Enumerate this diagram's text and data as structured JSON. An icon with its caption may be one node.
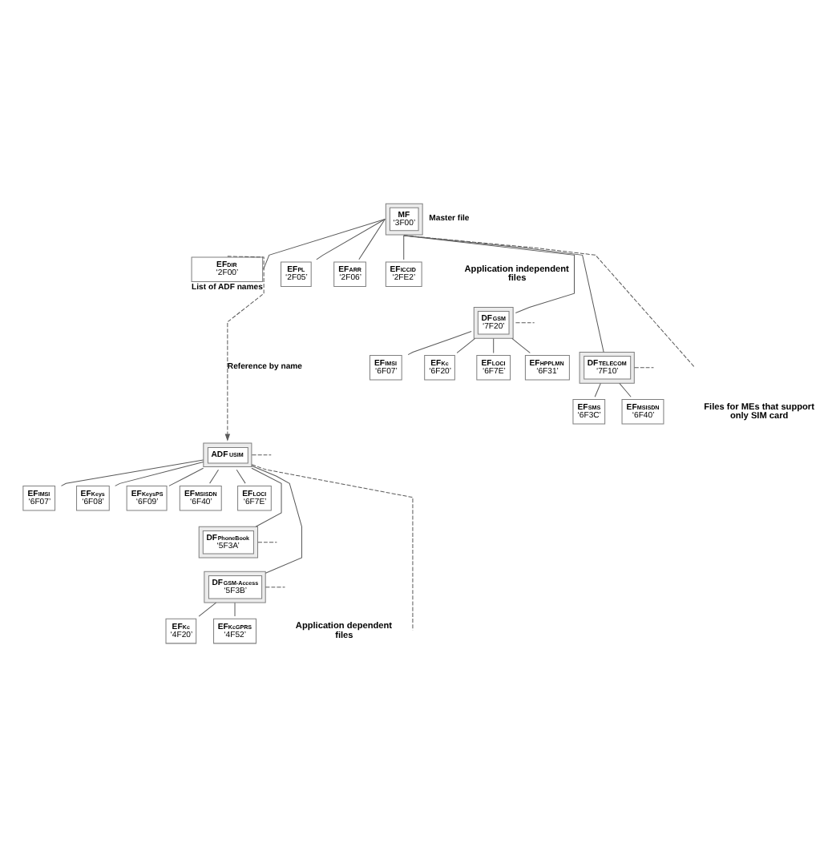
{
  "diagram": {
    "nodes": [
      {
        "text": [
          "MF",
          "‘3F00’"
        ],
        "beside": [
          "Master file"
        ]
      },
      {
        "text": [
          "EF$_{DIR}$",
          "‘2F00’"
        ],
        "beside": [
          "List of ADF names"
        ]
      },
      {
        "text": [
          "EF$_{PL}$",
          "‘2F05’"
        ]
      },
      {
        "text": [
          "EF$_{ARR}$",
          "‘2F06’"
        ]
      },
      {
        "text": [
          "EF$_{ICCID}$",
          "‘2FE2’"
        ]
      },
      {
        "text": [
          "DF$_{GSM}$",
          "‘7F20’"
        ]
      },
      {
        "text": [
          "EF$_{IMSI}$",
          "‘6F07’"
        ]
      },
      {
        "text": [
          "EF$_{Kc}$",
          "‘6F20’"
        ]
      },
      {
        "text": [
          "EF$_{LOCI}$",
          "‘6F7E’"
        ]
      },
      {
        "text": [
          "EF$_{HPPLMN}$",
          "‘6F31’"
        ]
      },
      {
        "text": [
          "DF$_{TELECOM}$",
          "‘7F10’"
        ]
      },
      {
        "text": [
          "EF$_{SMS}$",
          "‘6F3C’"
        ]
      },
      {
        "text": [
          "EF$_{MSISDN}$",
          "‘6F40’"
        ]
      },
      {
        "text": [
          "ADF$_{USIM}$"
        ]
      },
      {
        "text": [
          "EF$_{IMSI}$",
          "‘6F07’"
        ]
      },
      {
        "text": [
          "EF$_{Keys}$",
          "‘6F08’"
        ]
      },
      {
        "text": [
          "EF$_{KeysPS}$",
          "‘6F09’"
        ]
      },
      {
        "text": [
          "EF$_{MSISDN}$",
          "‘6F40’"
        ]
      },
      {
        "text": [
          "EF$_{LOCI}$",
          "‘6F7E’"
        ]
      },
      {
        "text": [
          "DF$_{PhoneBook}$",
          "‘5F3A’"
        ]
      },
      {
        "text": [
          "DF$_{GSM-Access}$",
          "‘5F3B’"
        ]
      },
      {
        "text": [
          "EF$_{Kc}$",
          "‘4F20’"
        ]
      },
      {
        "text": [
          "EF$_{KcGPRS}$",
          "‘4F52’"
        ]
      }
    ],
    "edges": [
      {
        "from": 0,
        "to": 1,
        "arrow": "none"
      },
      {
        "from": 0,
        "to": 2,
        "arrow": "none"
      },
      {
        "from": 0,
        "to": 3,
        "arrow": "none"
      },
      {
        "from": 0,
        "to": 4,
        "arrow": "none"
      },
      {
        "from": 0,
        "to": 5,
        "arrow": "none"
      },
      {
        "from": 0,
        "to": 10,
        "arrow": "none"
      },
      {
        "from": 0,
        "to": null,
        "arrow": "none",
        "style": "dashed"
      },
      {
        "from": 5,
        "to": 6,
        "arrow": "none"
      },
      {
        "from": 5,
        "to": 7,
        "arrow": "none"
      },
      {
        "from": 5,
        "to": 8,
        "arrow": "none"
      },
      {
        "from": 5,
        "to": 9,
        "arrow": "none"
      },
      {
        "from": 5,
        "to": null,
        "arrow": "none",
        "style": "dashed"
      },
      {
        "from": 10,
        "to": 11,
        "arrow": "none"
      },
      {
        "from": 10,
        "to": 12,
        "arrow": "none"
      },
      {
        "from": 10,
        "to": null,
        "arrow": "none",
        "style": "dashed"
      },
      {
        "from": 1,
        "to": 13,
        "arrow": "to",
        "style": "dashed",
        "label": "Reference by name"
      },
      {
        "from": 13,
        "to": 14,
        "arrow": "none"
      },
      {
        "from": 13,
        "to": 15,
        "arrow": "none"
      },
      {
        "from": 13,
        "to": 16,
        "arrow": "none"
      },
      {
        "from": 13,
        "to": 17,
        "arrow": "none"
      },
      {
        "from": 13,
        "to": 18,
        "arrow": "none"
      },
      {
        "from": 13,
        "to": null,
        "arrow": "none",
        "style": "dashed"
      },
      {
        "from": 13,
        "to": 19,
        "arrow": "none"
      },
      {
        "from": 13,
        "to": 20,
        "arrow": "none"
      },
      {
        "from": 13,
        "to": null,
        "arrow": "none",
        "style": "dashed"
      },
      {
        "from": 19,
        "to": null,
        "arrow": "none",
        "style": "dashed"
      },
      {
        "from": 20,
        "to": 21,
        "arrow": "none"
      },
      {
        "from": 20,
        "to": 22,
        "arrow": "none"
      },
      {
        "from": 20,
        "to": null,
        "arrow": "none",
        "style": "dashed"
      }
    ],
    "labels": [
      "Application independent files",
      "Files for MEs that support only SIM card",
      "Application dependent files"
    ]
  }
}
